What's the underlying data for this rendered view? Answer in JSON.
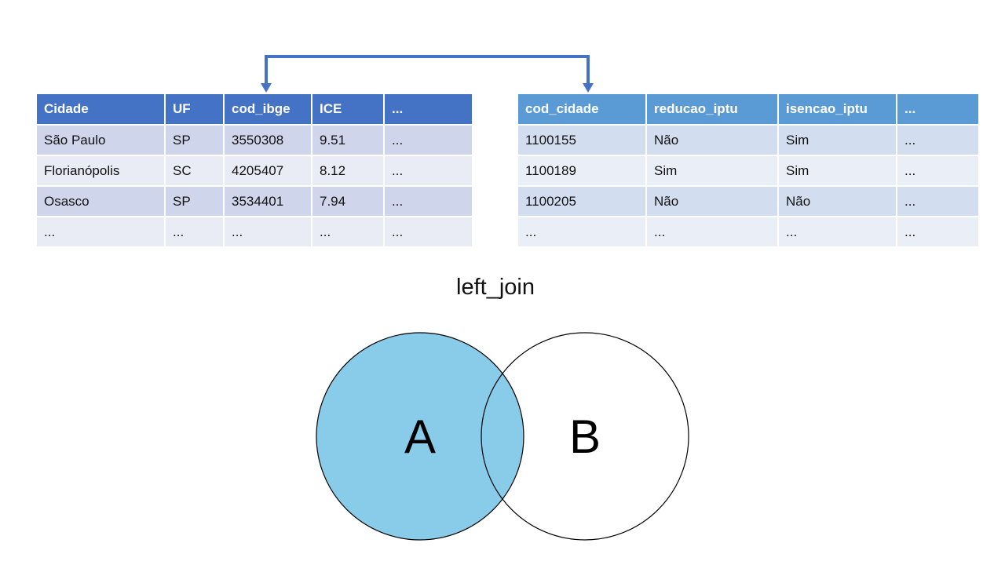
{
  "table_a": {
    "columns": [
      "Cidade",
      "UF",
      "cod_ibge",
      "ICE",
      "..."
    ],
    "rows": [
      [
        "São Paulo",
        "SP",
        "3550308",
        "9.51",
        "..."
      ],
      [
        "Florianópolis",
        "SC",
        "4205407",
        "8.12",
        "..."
      ],
      [
        "Osasco",
        "SP",
        "3534401",
        "7.94",
        "..."
      ],
      [
        "...",
        "...",
        "...",
        "...",
        "..."
      ]
    ]
  },
  "table_b": {
    "columns": [
      "cod_cidade",
      "reducao_iptu",
      "isencao_iptu",
      "..."
    ],
    "rows": [
      [
        "1100155",
        "Não",
        "Sim",
        "..."
      ],
      [
        "1100189",
        "Sim",
        "Sim",
        "..."
      ],
      [
        "1100205",
        "Não",
        "Não",
        "..."
      ],
      [
        "...",
        "...",
        "...",
        "..."
      ]
    ]
  },
  "join_label": "left_join",
  "venn": {
    "left_label": "A",
    "right_label": "B",
    "left_fill": "#89cce9",
    "right_fill": "#ffffff",
    "arrow_color": "#4472c4"
  }
}
